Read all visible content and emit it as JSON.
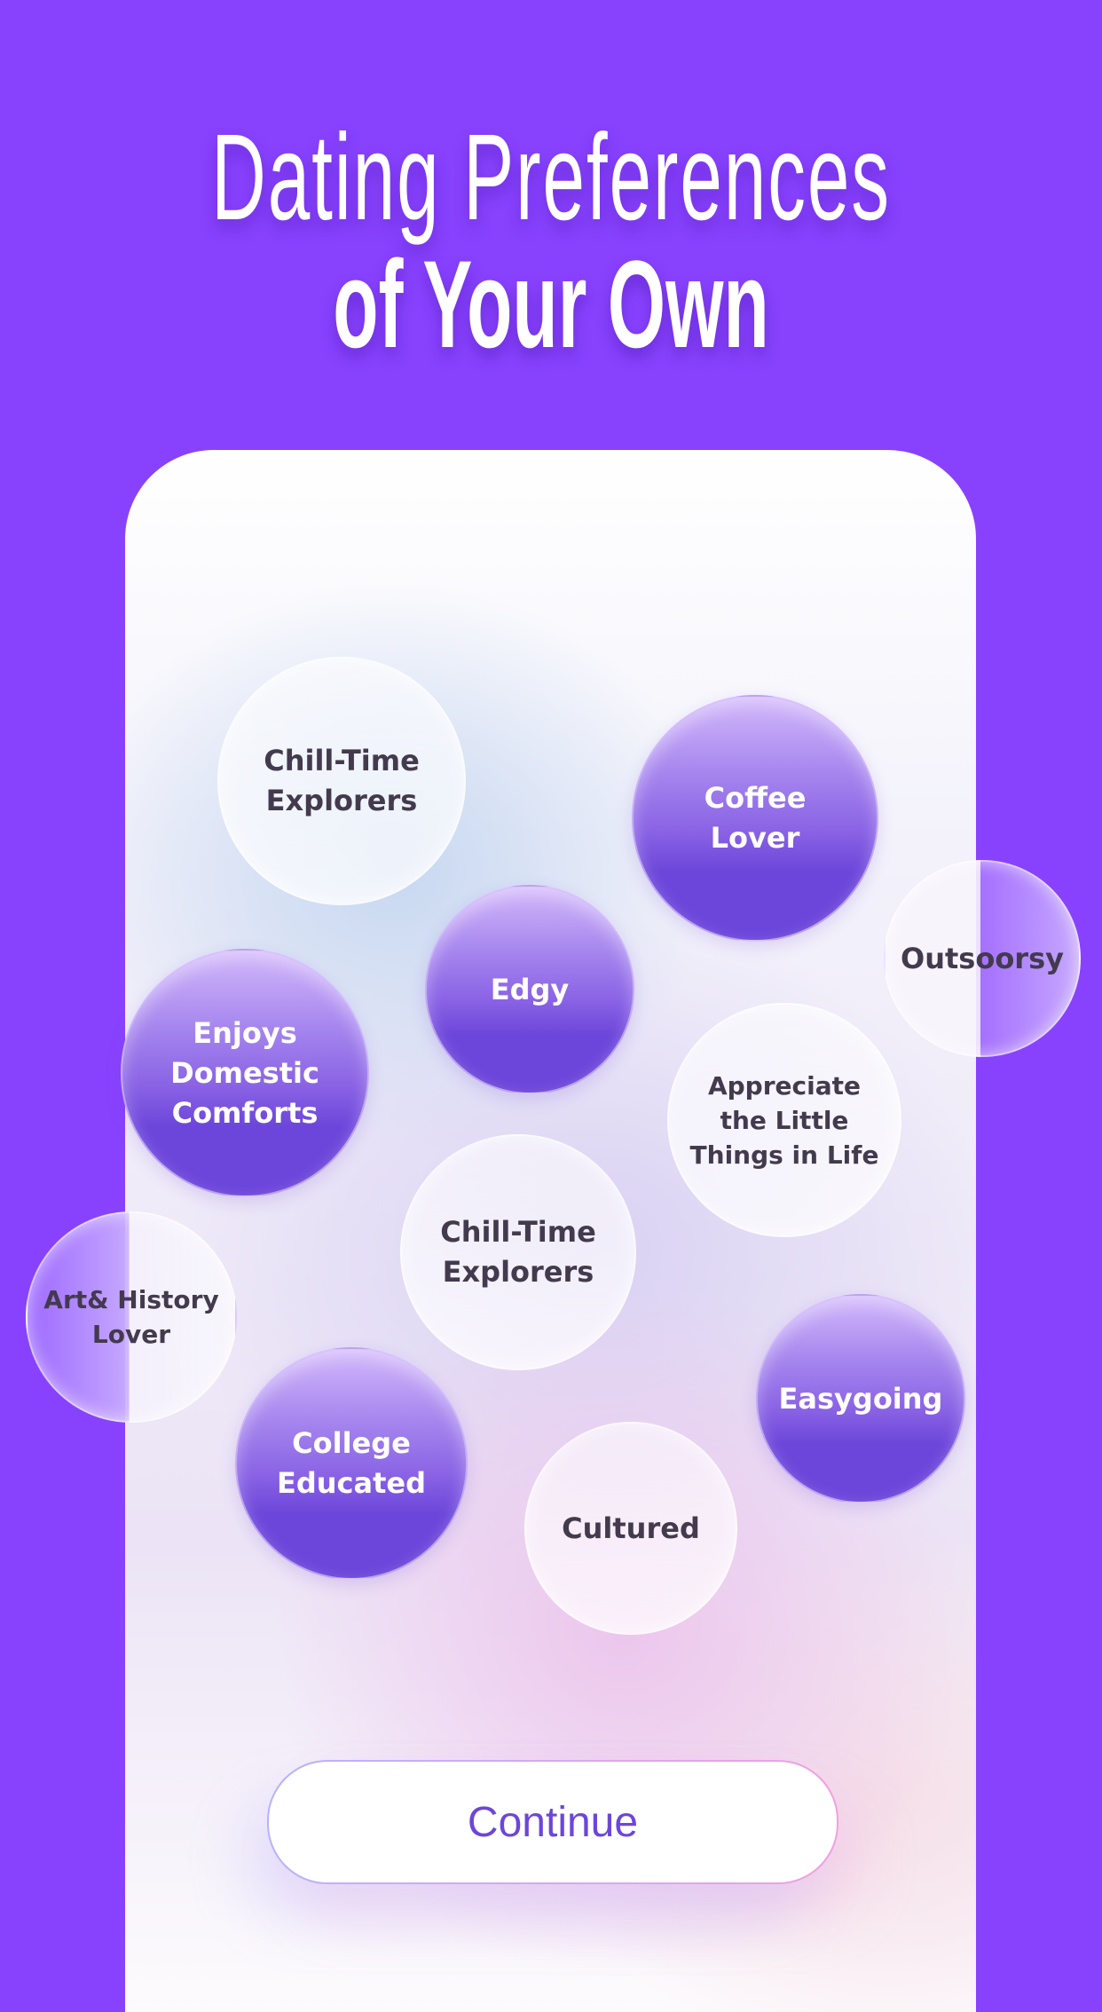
{
  "header": {
    "title_line1": "Dating Preferences",
    "title_line2": "of Your Own"
  },
  "colors": {
    "background": "#8842fe",
    "selected_bubble": "#6c46da",
    "bubble_text_dark": "#433a4e",
    "button_text": "#6c46da"
  },
  "preferences": [
    {
      "label": "Chill-Time\nExplorers",
      "selected": false
    },
    {
      "label": "Coffee\nLover",
      "selected": true
    },
    {
      "label": "Outsoorsy",
      "selected": false
    },
    {
      "label": "Edgy",
      "selected": true
    },
    {
      "label": "Enjoys\nDomestic\nComforts",
      "selected": true
    },
    {
      "label": "Appreciate\nthe Little\nThings in Life",
      "selected": false
    },
    {
      "label": "Chill-Time\nExplorers",
      "selected": false
    },
    {
      "label": "Art& History\nLover",
      "selected": false
    },
    {
      "label": "College\nEducated",
      "selected": true
    },
    {
      "label": "Easygoing",
      "selected": true
    },
    {
      "label": "Cultured",
      "selected": false
    }
  ],
  "actions": {
    "continue_label": "Continue"
  }
}
